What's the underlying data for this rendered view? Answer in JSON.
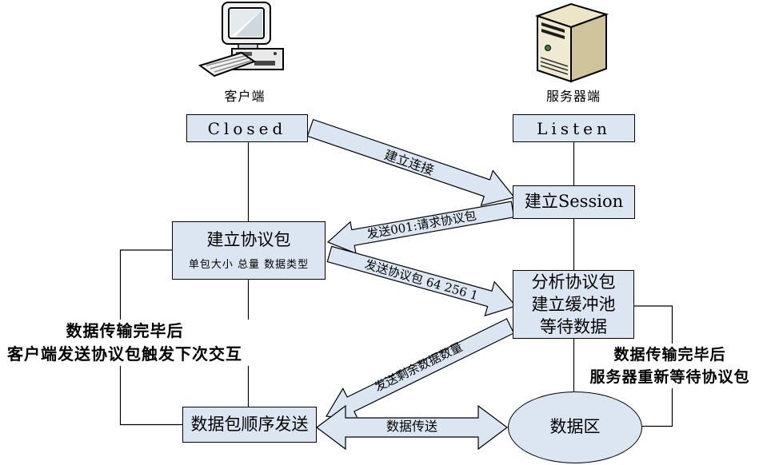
{
  "diagram": {
    "client": {
      "caption": "客户端"
    },
    "server": {
      "caption": "服务器端"
    },
    "nodes": {
      "closed": "Closed",
      "listen": "Listen",
      "session": "建立Session",
      "build_packet_title": "建立协议包",
      "build_packet_sub": "单包大小 总量 数据类型",
      "analyze_line1": "分析协议包",
      "analyze_line2": "建立缓冲池",
      "analyze_line3": "等待数据",
      "send_sequential": "数据包顺序发送",
      "data_area": "数据区"
    },
    "arrows": {
      "establish_connection": "建立连接",
      "request_protocol": "发送001:请求协议包",
      "send_protocol": "发送协议包 64 256 1",
      "send_remaining": "发送剩余数据数量",
      "data_transfer": "数据传送"
    },
    "annotations": {
      "left_line1": "数据传输完毕后",
      "left_line2": "客户端发送协议包触发下次交互",
      "right_line1": "数据传输完毕后",
      "right_line2": "服务器重新等待协议包"
    },
    "colors": {
      "node_fill": "#dce6f2",
      "node_border": "#000000",
      "arrow_fill": "#dce6f2",
      "server_body": "#cfc49c",
      "server_front": "#f0ead2"
    }
  }
}
